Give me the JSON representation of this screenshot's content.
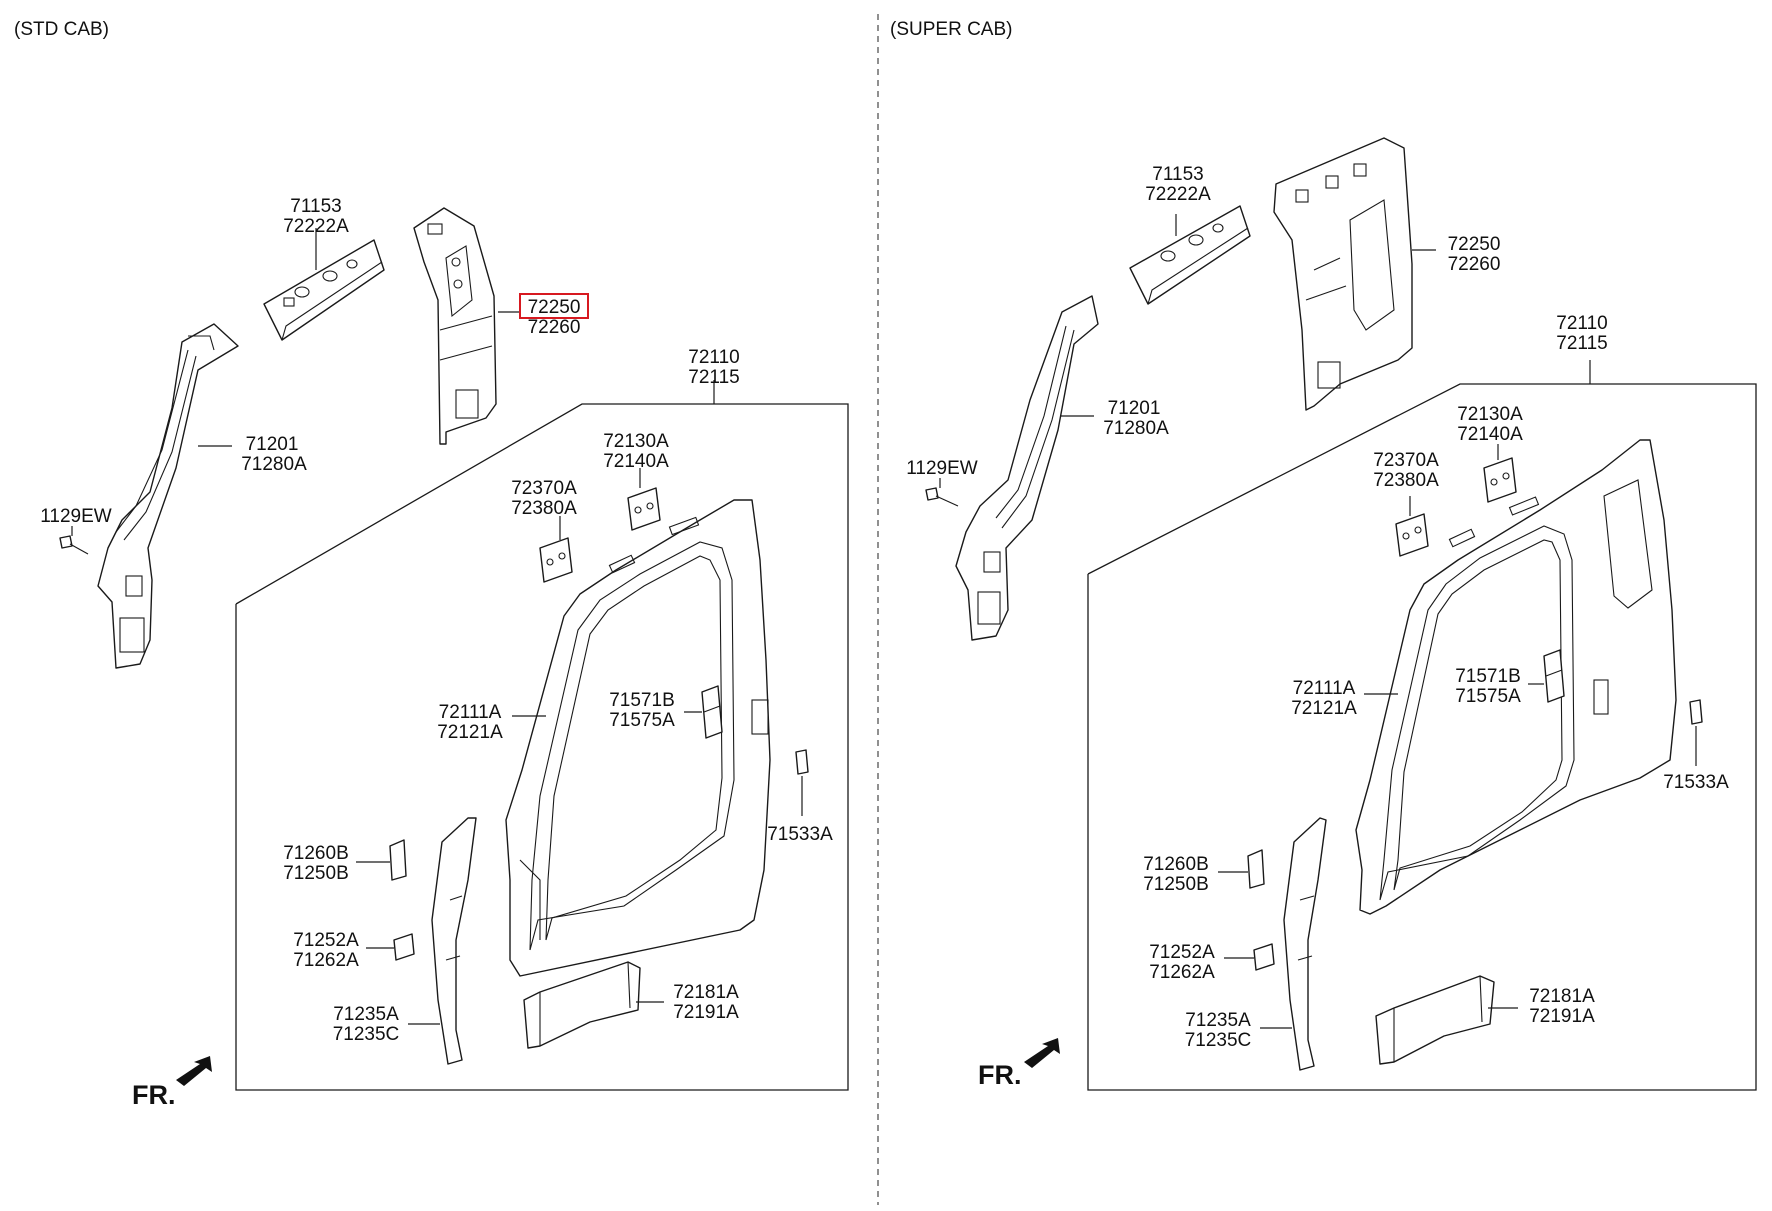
{
  "panels": {
    "std": {
      "title": "(STD CAB)",
      "labels": {
        "roof_rail": [
          "71153",
          "72222A"
        ],
        "center_pillar": [
          "72250",
          "72260"
        ],
        "side_outer": [
          "72110",
          "72115"
        ],
        "front_pillar": [
          "71201",
          "71280A"
        ],
        "bolt": [
          "1129EW"
        ],
        "bracket_upper": [
          "72130A",
          "72140A"
        ],
        "bracket_lower": [
          "72370A",
          "72380A"
        ],
        "door_frame": [
          "72111A",
          "72121A"
        ],
        "reinforce": [
          "71571B",
          "71575A"
        ],
        "small_bracket": [
          "71533A"
        ],
        "hinge_upper": [
          "71260B",
          "71250B"
        ],
        "hinge_lower": [
          "71252A",
          "71262A"
        ],
        "front_pillar_lower": [
          "71235A",
          "71235C"
        ],
        "sill": [
          "72181A",
          "72191A"
        ]
      },
      "highlighted_part": "72250",
      "fr_label": "FR."
    },
    "super": {
      "title": "(SUPER CAB)",
      "labels": {
        "roof_rail": [
          "71153",
          "72222A"
        ],
        "center_pillar": [
          "72250",
          "72260"
        ],
        "side_outer": [
          "72110",
          "72115"
        ],
        "front_pillar": [
          "71201",
          "71280A"
        ],
        "bolt": [
          "1129EW"
        ],
        "bracket_upper": [
          "72130A",
          "72140A"
        ],
        "bracket_lower": [
          "72370A",
          "72380A"
        ],
        "door_frame": [
          "72111A",
          "72121A"
        ],
        "reinforce": [
          "71571B",
          "71575A"
        ],
        "small_bracket": [
          "71533A"
        ],
        "hinge_upper": [
          "71260B",
          "71250B"
        ],
        "hinge_lower": [
          "71252A",
          "71262A"
        ],
        "front_pillar_lower": [
          "71235A",
          "71235C"
        ],
        "sill": [
          "72181A",
          "72191A"
        ]
      },
      "fr_label": "FR."
    }
  },
  "colors": {
    "line": "#1a1a1a",
    "highlight": "#d71920",
    "background": "#ffffff"
  }
}
